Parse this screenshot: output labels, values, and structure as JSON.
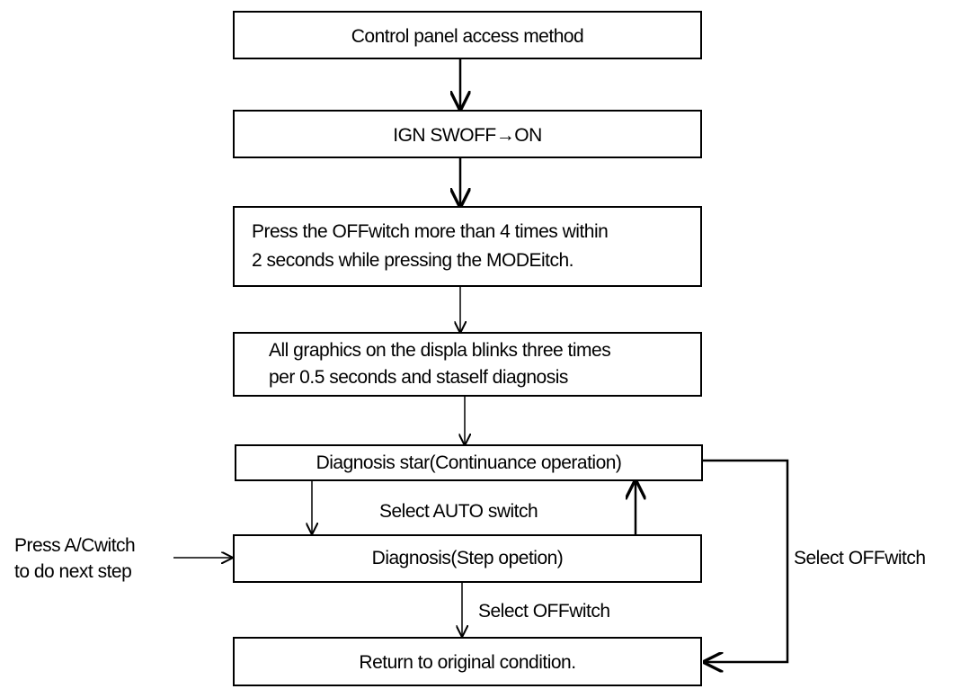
{
  "nodes": {
    "access": "Control panel access method",
    "ign": "IGN SWOFF→ON",
    "press_line1": "Press the OFFwitch more than 4 times within",
    "press_line2": "2 seconds while pressing the MODEitch.",
    "blink_line1": "All graphics on the displa blinks three times",
    "blink_line2": "per 0.5 seconds and staself diagnosis",
    "diag_start": "Diagnosis star(Continuance operation)",
    "diag_step": "Diagnosis(Step opetion)",
    "return": "Return to original condition."
  },
  "labels": {
    "select_auto": "Select AUTO switch",
    "select_off_right": "Select OFFwitch",
    "select_off_bottom": "Select OFFwitch",
    "press_ac_line1": "Press A/Cwitch",
    "press_ac_line2": "to do next step"
  }
}
